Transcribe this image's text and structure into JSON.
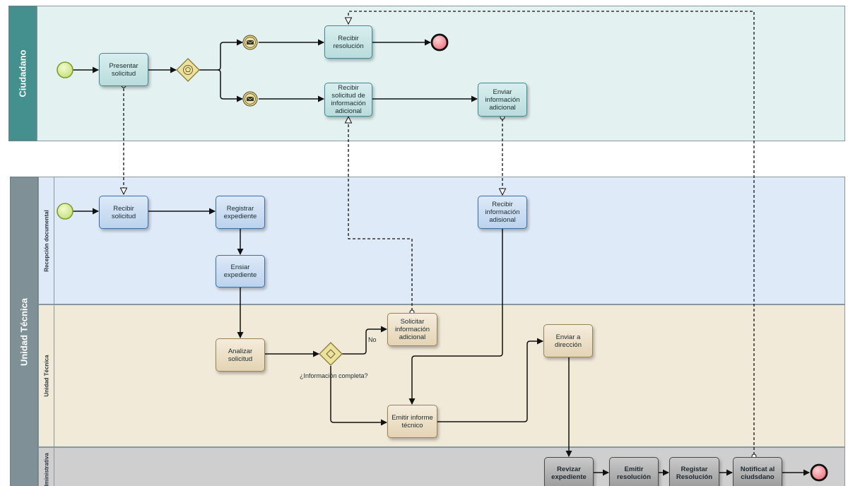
{
  "pools": {
    "ciudadano": {
      "label": "Ciudadano"
    },
    "unidad_tecnica": {
      "label": "Unidad Técnica",
      "lanes": {
        "recepcion": "Recepción documental",
        "tecnica": "Unidad Técnica",
        "administrativa": "Administrativa"
      }
    }
  },
  "tasks": {
    "presentar": "Presentar solicitud",
    "recibir_resolucion": "Recibir resolución",
    "recibir_solicitud_info": "Recibir solicitud de información adicional",
    "enviar_info": "Enviar información adicional",
    "recibir_solicitud": "Recibir solicitud",
    "registrar_expediente": "Registrar expediente",
    "enviar_expediente": "Ensiar expediente",
    "recibir_info": "Recibir información adisional",
    "analizar": "Analizar solicitud",
    "solicitar_info": "Solicitar información adicional",
    "emitir_informe": "Emitir informe técnico",
    "enviar_direccion": "Enviar a dirección",
    "revizar": "Revizar expediente",
    "emitir_resolucion": "Emitir resolución",
    "registrar_resolucion": "Registar Resolución",
    "notificar": "Notificat al ciudsdano"
  },
  "labels": {
    "gateway_question": "¿Información completa?",
    "no": "No"
  },
  "colors": {
    "ciudadano_lane": "#e4f1f1",
    "ciudadano_header": "#43908f",
    "recepcion_lane": "#dfeaf8",
    "tecnica_lane": "#f2ead9",
    "administrativa_lane": "#cfcfcf",
    "ut_header": "#7f9197",
    "start_event": "#d9ef97",
    "end_event": "#f08f98"
  }
}
